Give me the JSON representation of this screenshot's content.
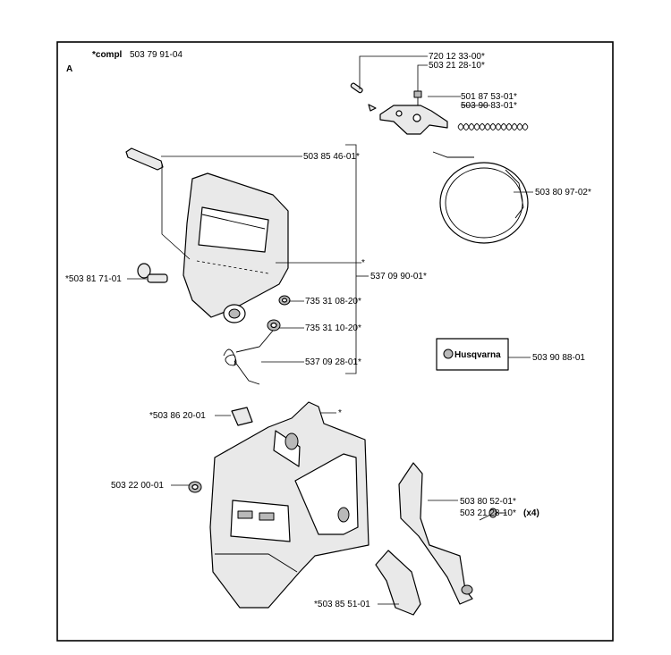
{
  "section_letter": "A",
  "kit": {
    "prefix": "*compl",
    "number": "503 79 91-04"
  },
  "callouts": [
    {
      "id": "c1",
      "text": "720 12 33-00*"
    },
    {
      "id": "c2",
      "text": "503 21 28-10*"
    },
    {
      "id": "c3",
      "text": "501 87 53-01*"
    },
    {
      "id": "c4",
      "text": "503 90 83-01*"
    },
    {
      "id": "c5",
      "text": "503 80 97-02*"
    },
    {
      "id": "c6",
      "text": "503 85 46-01*"
    },
    {
      "id": "c7",
      "text": "*"
    },
    {
      "id": "c8",
      "text": "537 09 90-01*"
    },
    {
      "id": "c9",
      "text": "*503 81 71-01"
    },
    {
      "id": "c10",
      "text": "735 31 08-20*"
    },
    {
      "id": "c11",
      "text": "735 31 10-20*"
    },
    {
      "id": "c12",
      "text": "537 09 28-01*"
    },
    {
      "id": "c13",
      "text": "503 90 88-01"
    },
    {
      "id": "c14",
      "text": "*503 86 20-01"
    },
    {
      "id": "c15",
      "text": "*"
    },
    {
      "id": "c16",
      "text": "503 22 00-01"
    },
    {
      "id": "c17",
      "text": "503 80 52-01*"
    },
    {
      "id": "c18",
      "text": "503 21 28-10*"
    },
    {
      "id": "c19",
      "text": "*503 85 51-01"
    }
  ],
  "qty_note": "(x4)",
  "decal_text": "Husqvarna",
  "colors": {
    "line": "#000000",
    "background": "#ffffff",
    "part_fill": "#e9e9e9",
    "shade": "#b9b9b9"
  }
}
